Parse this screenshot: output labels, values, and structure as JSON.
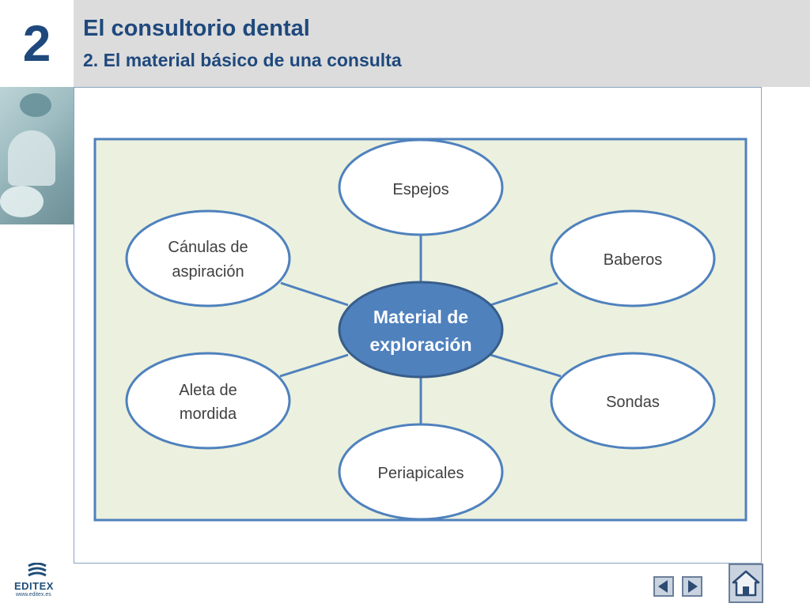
{
  "header": {
    "chapter_number": "2",
    "title": "El consultorio dental",
    "subtitle": "2. El material básico de una consulta"
  },
  "diagram": {
    "center": {
      "line1": "Material de",
      "line2": "exploración"
    },
    "nodes": {
      "espejos": [
        "Espejos"
      ],
      "baberos": [
        "Baberos"
      ],
      "sondas": [
        "Sondas"
      ],
      "periapicales": [
        "Periapicales"
      ],
      "aleta": [
        "Aleta de",
        "mordida"
      ],
      "canulas": [
        "Cánulas de",
        "aspiración"
      ]
    }
  },
  "footer": {
    "logo_text": "EDITEX",
    "logo_url": "www.editex.es"
  },
  "colors": {
    "accent": "#1f497d",
    "node_border": "#4f81bd",
    "center_fill": "#4f81bd",
    "panel_fill": "#ebf1de",
    "panel_border": "#4f81bd"
  },
  "icons": {
    "prev": "triangle-left-icon",
    "next": "triangle-right-icon",
    "home": "home-icon"
  }
}
